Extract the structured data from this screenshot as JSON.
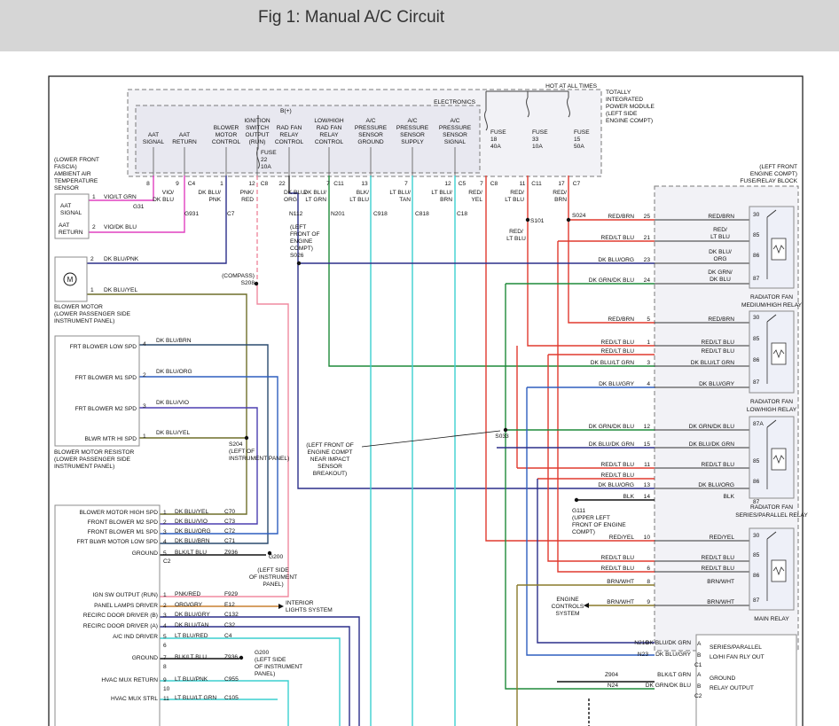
{
  "header": {
    "title": "Fig 1: Manual A/C Circuit"
  },
  "colors": {
    "magenta": "#e040c0",
    "navy": "#2c2f8a",
    "red": "#e03a2f",
    "pink": "#f08aa0",
    "green": "#1e8a3a",
    "teal": "#3ccfcf",
    "olive": "#8a7a2a",
    "blue": "#2f5fbf",
    "black": "#111111",
    "gray_box": "#8c8c8c"
  },
  "tipm": {
    "hot": "HOT AT ALL TIMES",
    "electronics": "ELECTRONICS",
    "bplus": "B(+)",
    "title": [
      "TOTALLY",
      "INTEGRATED",
      "POWER MODULE",
      "(LEFT SIDE",
      "ENGINE COMPT)"
    ],
    "columns": [
      [
        "AAT",
        "SIGNAL"
      ],
      [
        "AAT",
        "RETURN"
      ],
      [
        "BLOWER",
        "MOTOR",
        "CONTROL"
      ],
      [
        "IGNITION",
        "SWITCH",
        "OUTPUT",
        "(RUN)"
      ],
      [
        "RAD FAN",
        "RELAY",
        "CONTROL"
      ],
      [
        "LOW/HIGH",
        "RAD FAN",
        "RELAY",
        "CONTROL"
      ],
      [
        "A/C",
        "PRESSURE",
        "SENSOR",
        "GROUND"
      ],
      [
        "A/C",
        "PRESSURE",
        "SENSOR",
        "SUPPLY"
      ],
      [
        "A/C",
        "PRESSURE",
        "SENSOR",
        "SIGNAL"
      ]
    ],
    "fuse22": [
      "FUSE",
      "22",
      "10A"
    ],
    "fuses": [
      [
        "FUSE",
        "18",
        "40A"
      ],
      [
        "FUSE",
        "33",
        "10A"
      ],
      [
        "FUSE",
        "15",
        "50A"
      ]
    ],
    "pins": [
      "8",
      "9",
      "C4",
      "1",
      "12",
      "C8",
      "22",
      "7",
      "C11",
      "13",
      "7",
      "12",
      "C5",
      "7",
      "C8",
      "11",
      "C11",
      "17",
      "C7"
    ],
    "wires": [
      [
        "VIO/",
        "DK BLU"
      ],
      [
        "DK BLU/",
        "PNK"
      ],
      [
        "PNK/",
        "RED"
      ],
      [
        "DK BLU/",
        "ORG"
      ],
      [
        "DK BLU/",
        "LT GRN"
      ],
      [
        "BLK/",
        "LT BLU"
      ],
      [
        "LT BLU/",
        "TAN"
      ],
      [
        "LT BLU/",
        "BRN"
      ],
      [
        "RED/",
        "YEL"
      ],
      [
        "RED/",
        "LT BLU"
      ],
      [
        "RED/",
        "BRN"
      ]
    ],
    "circuits": [
      "G931",
      "C7",
      "N112",
      "N201",
      "C918",
      "C818",
      "C18"
    ]
  },
  "aat": {
    "sensor_label": [
      "(LOWER FRONT",
      "FASCIA)",
      "AMBIENT AIR",
      "TEMPERATURE",
      "SENSOR"
    ],
    "pins": [
      {
        "name": "AAT SIGNAL",
        "label": [
          "AAT",
          "SIGNAL"
        ],
        "pin": "1",
        "wire": "VIO/LT GRN",
        "circuit": "G31"
      },
      {
        "name": "AAT RETURN",
        "label": [
          "AAT",
          "RETURN"
        ],
        "pin": "2",
        "wire": "VIO/DK BLU"
      }
    ]
  },
  "blower_motor": {
    "label": [
      "BLOWER MOTOR",
      "(LOWER PASSENGER SIDE",
      "INSTRUMENT PANEL)"
    ],
    "pins": [
      {
        "pin": "2",
        "wire": "DK BLU/PNK"
      },
      {
        "pin": "1",
        "wire": "DK BLU/YEL"
      }
    ],
    "splice_label": [
      "(COMPASS)",
      "S208"
    ]
  },
  "resistor": {
    "rows": [
      {
        "label": "FRT BLOWER LOW SPD",
        "pin": "4",
        "wire": "DK BLU/BRN"
      },
      {
        "label": "FRT BLOWER M1 SPD",
        "pin": "2",
        "wire": "DK BLU/ORG"
      },
      {
        "label": "FRT BLOWER M2 SPD",
        "pin": "3",
        "wire": "DK BLU/VIO"
      },
      {
        "label": "BLWR MTR HI SPD",
        "pin": "1",
        "wire": "DK BLU/YEL"
      }
    ],
    "label": [
      "BLOWER MOTOR RESISTOR",
      "(LOWER PASSENGER SIDE",
      "INSTRUMENT PANEL)"
    ],
    "splice": [
      "S204",
      "(LEFT OF",
      "INSTRUMENT PANEL)"
    ]
  },
  "hvac": {
    "rows": [
      {
        "label": "BLOWER MOTOR HIGH SPD",
        "pin": "1",
        "wire": "DK BLU/YEL",
        "circuit": "C70"
      },
      {
        "label": "FRONT BLOWER M2 SPD",
        "pin": "2",
        "wire": "DK BLU/VIO",
        "circuit": "C73"
      },
      {
        "label": "FRONT BLOWER M1 SPD",
        "pin": "3",
        "wire": "DK BLU/ORG",
        "circuit": "C72"
      },
      {
        "label": "FRT BLWR MOTOR LOW SPD",
        "pin": "4",
        "wire": "DK BLU/BRN",
        "circuit": "C71"
      },
      {
        "label": "GROUND",
        "pin": "5",
        "wire": "BLK/LT BLU",
        "circuit": "Z936"
      },
      {
        "label": "IGN SW OUTPUT (RUN)",
        "pin": "1",
        "wire": "PNK/RED",
        "circuit": "F929"
      },
      {
        "label": "PANEL LAMPS DRIVER",
        "pin": "2",
        "wire": "ORG/GRY",
        "circuit": "E12"
      },
      {
        "label": "RECIRC DOOR DRIVER (B)",
        "pin": "3",
        "wire": "DK BLU/GRY",
        "circuit": "C132"
      },
      {
        "label": "RECIRC DOOR DRIVER (A)",
        "pin": "4",
        "wire": "DK BLU/TAN",
        "circuit": "C32"
      },
      {
        "label": "A/C IND DRIVER",
        "pin": "5",
        "wire": "LT BLU/RED",
        "circuit": "C4"
      },
      {
        "label": "",
        "pin": "6",
        "wire": "",
        "circuit": ""
      },
      {
        "label": "GROUND",
        "pin": "7",
        "wire": "BLK/LT BLU",
        "circuit": "Z936"
      },
      {
        "label": "",
        "pin": "8",
        "wire": "",
        "circuit": ""
      },
      {
        "label": "HVAC MUX RETURN",
        "pin": "9",
        "wire": "LT BLU/PNK",
        "circuit": "C955"
      },
      {
        "label": "",
        "pin": "10",
        "wire": "",
        "circuit": ""
      },
      {
        "label": "HVAC MUX STRL",
        "pin": "11",
        "wire": "LT BLU/LT GRN",
        "circuit": "C105"
      }
    ],
    "c2": "C2",
    "g200_a": [
      "G200",
      "(LEFT SIDE",
      "OF INSTRUMENT",
      "PANEL)"
    ],
    "g200_b": [
      "G200",
      "(LEFT SIDE",
      "OF INSTRUMENT",
      "PANEL)"
    ],
    "interior": [
      "INTERIOR",
      "LIGHTS SYSTEM"
    ]
  },
  "center": {
    "left_front": [
      "(LEFT",
      "FRONT OF",
      "ENGINE",
      "COMPT)",
      "S026"
    ],
    "s101": "S101",
    "s024": "S024",
    "s033": "S033",
    "s033_label": [
      "(LEFT FRONT OF",
      "ENGINE COMPT",
      "NEAR IMPACT",
      "SENSOR",
      "BREAKOUT)"
    ],
    "g111": [
      "G111",
      "(UPPER LEFT",
      "FRONT OF ENGINE",
      "COMPT)"
    ],
    "red_lt_blu": [
      "RED/",
      "LT BLU"
    ],
    "engine_controls": [
      "ENGINE",
      "CONTROLS",
      "SYSTEM"
    ]
  },
  "fuse_block": {
    "title": [
      "(LEFT FRONT",
      "ENGINE COMPT)",
      "FUSE/RELAY BLOCK"
    ],
    "rows": [
      {
        "left": "RED/BRN",
        "pin": "25",
        "right": [
          "RED/BRN"
        ]
      },
      {
        "left": "RED/LT BLU",
        "pin": "21",
        "right": [
          "RED/",
          "LT BLU"
        ]
      },
      {
        "left": "DK BLU/ORG",
        "pin": "23",
        "right": [
          "DK BLU/",
          "ORG"
        ]
      },
      {
        "left": "DK GRN/DK BLU",
        "pin": "24",
        "right": [
          "DK GRN/",
          "DK BLU"
        ]
      },
      {
        "left": "RED/BRN",
        "pin": "5",
        "right": [
          "RED/BRN"
        ]
      },
      {
        "left": "RED/LT BLU",
        "pin": "1",
        "right": [
          "RED/LT BLU"
        ]
      },
      {
        "left": "RED/LT BLU",
        "pin": "",
        "right": [
          "RED/LT BLU"
        ]
      },
      {
        "left": "DK BLU/LT GRN",
        "pin": "3",
        "right": [
          "DK BLU/LT GRN"
        ]
      },
      {
        "left": "DK BLU/GRY",
        "pin": "4",
        "right": [
          "DK BLU/GRY"
        ]
      },
      {
        "left": "DK GRN/DK BLU",
        "pin": "12",
        "right": [
          "DK GRN/DK BLU"
        ]
      },
      {
        "left": "DK BLU/DK GRN",
        "pin": "15",
        "right": [
          "DK BLU/DK GRN"
        ]
      },
      {
        "left": "RED/LT BLU",
        "pin": "11",
        "right": [
          "RED/LT BLU"
        ]
      },
      {
        "left": "RED/LT BLU",
        "pin": "",
        "right": []
      },
      {
        "left": "DK BLU/ORG",
        "pin": "13",
        "right": [
          "DK BLU/ORG"
        ]
      },
      {
        "left": "BLK",
        "pin": "14",
        "right": [
          "BLK"
        ]
      },
      {
        "left": "RED/YEL",
        "pin": "10",
        "right": [
          "RED/YEL"
        ]
      },
      {
        "left": "RED/LT BLU",
        "pin": "",
        "right": [
          "RED/LT BLU"
        ]
      },
      {
        "left": "RED/LT BLU",
        "pin": "6",
        "right": [
          "RED/LT BLU"
        ]
      },
      {
        "left": "BRN/WHT",
        "pin": "8",
        "right": [
          "BRN/WHT"
        ]
      },
      {
        "left": "BRN/WHT",
        "pin": "9",
        "right": [
          "BRN/WHT"
        ]
      }
    ],
    "relays": [
      {
        "pins": [
          "30",
          "85",
          "86",
          "87"
        ],
        "label": [
          "RADIATOR FAN",
          "MEDIUM/HIGH RELAY"
        ]
      },
      {
        "pins": [
          "30",
          "85",
          "86",
          "87"
        ],
        "label": [
          "RADIATOR FAN",
          "LOW/HIGH RELAY"
        ]
      },
      {
        "pins": [
          "87A",
          "85",
          "86",
          "87"
        ],
        "label": [
          "RADIATOR FAN",
          "SERIES/PARALLEL RELAY"
        ]
      },
      {
        "pins": [
          "30",
          "85",
          "86",
          "87"
        ],
        "label": [
          "MAIN RELAY"
        ]
      }
    ],
    "bottom": {
      "n210": "N210",
      "n210_wire": "DK BLU/DK GRN",
      "pin_a1": "A",
      "n23": "N23",
      "n23_wire": "DK BLU/GRY",
      "pin_b1": "B",
      "c1": "C1",
      "series": [
        "SERIES/PARALLEL",
        "LO/HI FAN RLY OUT"
      ],
      "z904": "Z904",
      "z904_wire": "BLK/LT GRN",
      "pin_a2": "A",
      "n24": "N24",
      "n24_wire": "DK GRN/DK BLU",
      "pin_b2": "B",
      "c2": "C2",
      "ground": [
        "GROUND",
        "RELAY OUTPUT"
      ]
    }
  }
}
